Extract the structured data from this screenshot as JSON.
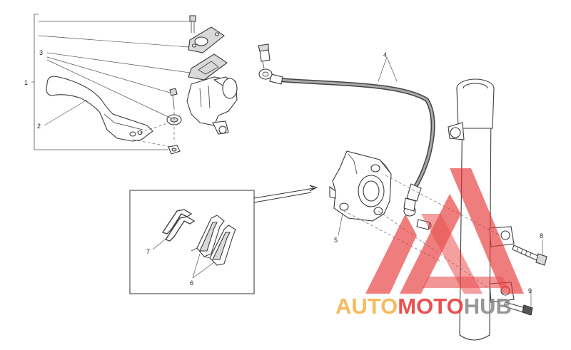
{
  "callouts": {
    "c1": "1",
    "c2": "2",
    "c3": "3",
    "c4": "4",
    "c5": "5",
    "c6": "6",
    "c7": "7",
    "c8": "8",
    "c9": "9"
  },
  "watermark": {
    "part1": "AUTO",
    "part2": "MOTO",
    "part3": "HUB",
    "colors": {
      "orange": "#f4b24a",
      "red": "#e83a3a",
      "gray": "#8a8a8a"
    }
  }
}
